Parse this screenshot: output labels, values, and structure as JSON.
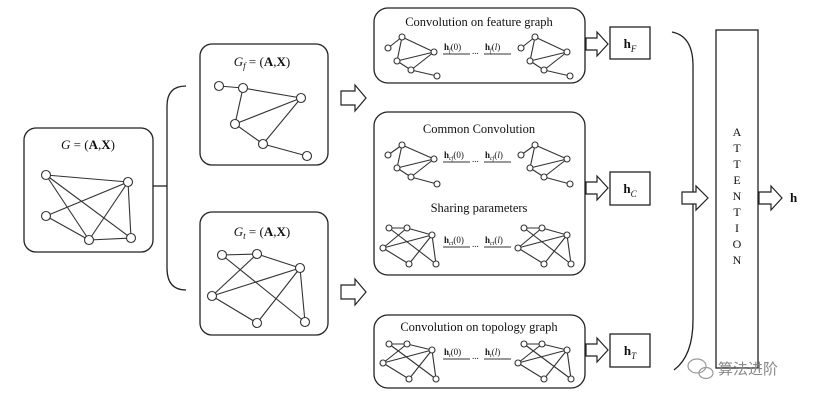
{
  "input_graph": {
    "label": "G = (A,X)"
  },
  "feature_graph": {
    "label": "Gf = (A,X)"
  },
  "topology_graph": {
    "label": "Gt = (A,X)"
  },
  "modules": {
    "feature": {
      "title": "Convolution on feature graph",
      "h0": "hf(0)",
      "hl": "hf(l)",
      "output": "hF"
    },
    "common": {
      "title": "Common Convolution",
      "sharing": "Sharing parameters",
      "h0_top": "hcf(0)",
      "hl_top": "hcf(l)",
      "h0_bottom": "hct(0)",
      "hl_bottom": "hct(l)",
      "output": "hC"
    },
    "topology": {
      "title": "Convolution on topology graph",
      "h0": "ht(0)",
      "hl": "ht(l)",
      "output": "hT"
    }
  },
  "attention": {
    "letters": [
      "A",
      "T",
      "T",
      "E",
      "N",
      "T",
      "I",
      "O",
      "N"
    ]
  },
  "final_output": "h",
  "watermark": {
    "text": "算法进阶"
  }
}
